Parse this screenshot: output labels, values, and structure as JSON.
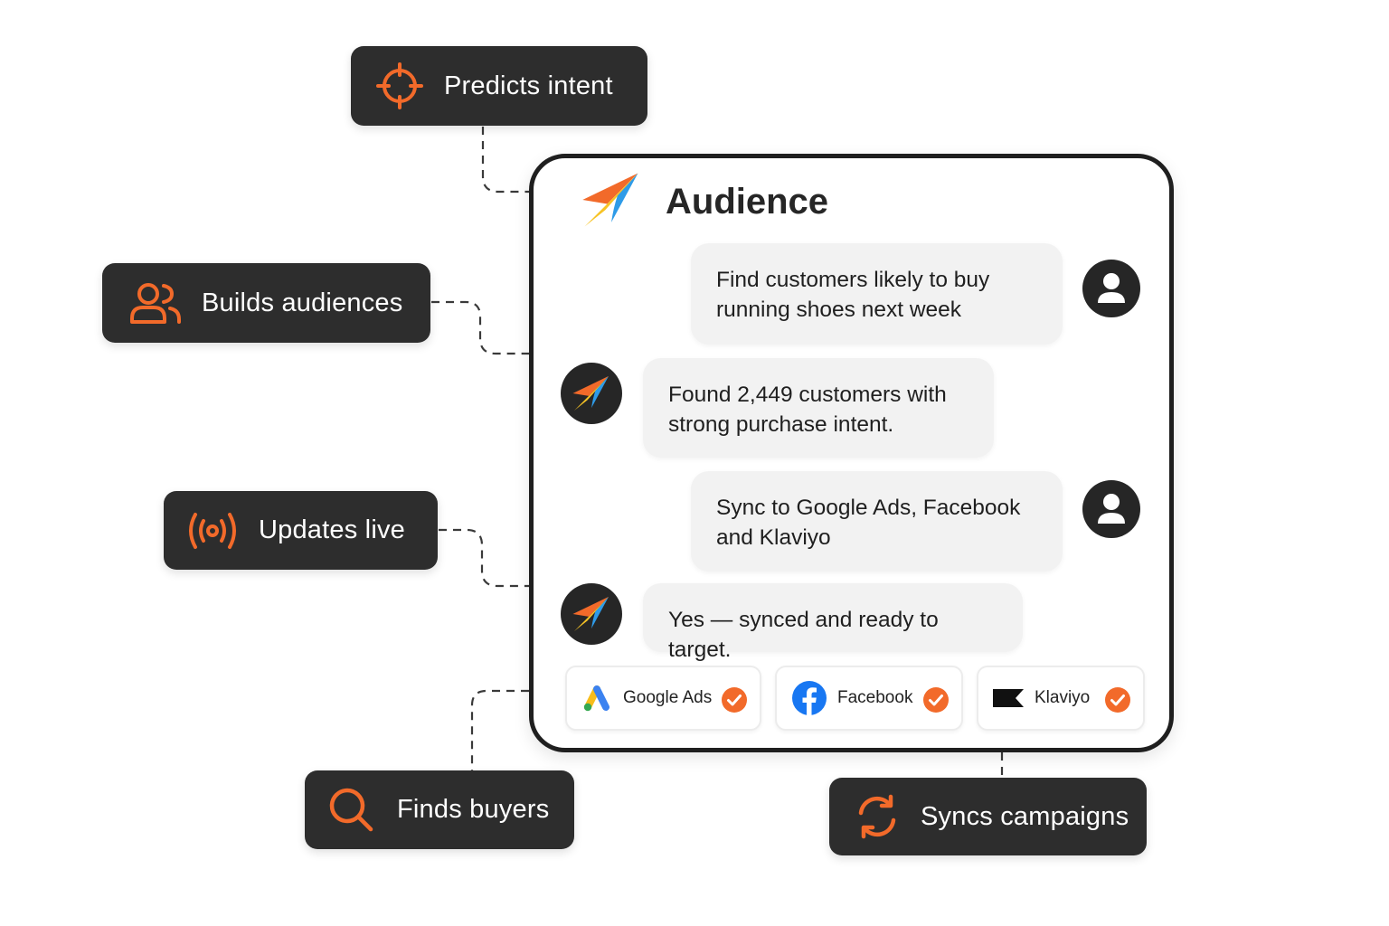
{
  "features": {
    "predicts_intent": "Predicts intent",
    "builds_audiences": "Builds audiences",
    "updates_live": "Updates live",
    "finds_buyers": "Finds buyers",
    "syncs_campaigns": "Syncs campaigns"
  },
  "card": {
    "title": "Audience",
    "messages": [
      {
        "role": "user",
        "text": "Find customers likely to buy running shoes next week"
      },
      {
        "role": "assistant",
        "text": "Found 2,449 customers with strong purchase intent."
      },
      {
        "role": "user",
        "text": "Sync to Google Ads, Facebook and Klaviyo"
      },
      {
        "role": "assistant",
        "text": "Yes — synced and ready to target."
      }
    ],
    "integrations": [
      {
        "name": "Google Ads",
        "icon": "google-ads-icon",
        "status": "synced"
      },
      {
        "name": "Facebook",
        "icon": "facebook-icon",
        "status": "synced"
      },
      {
        "name": "Klaviyo",
        "icon": "klaviyo-icon",
        "status": "synced"
      }
    ]
  },
  "colors": {
    "accent": "#f26a2a",
    "pill_bg": "#2d2d2d",
    "bubble_bg": "#f2f2f2",
    "card_border": "#1f1f1f"
  }
}
